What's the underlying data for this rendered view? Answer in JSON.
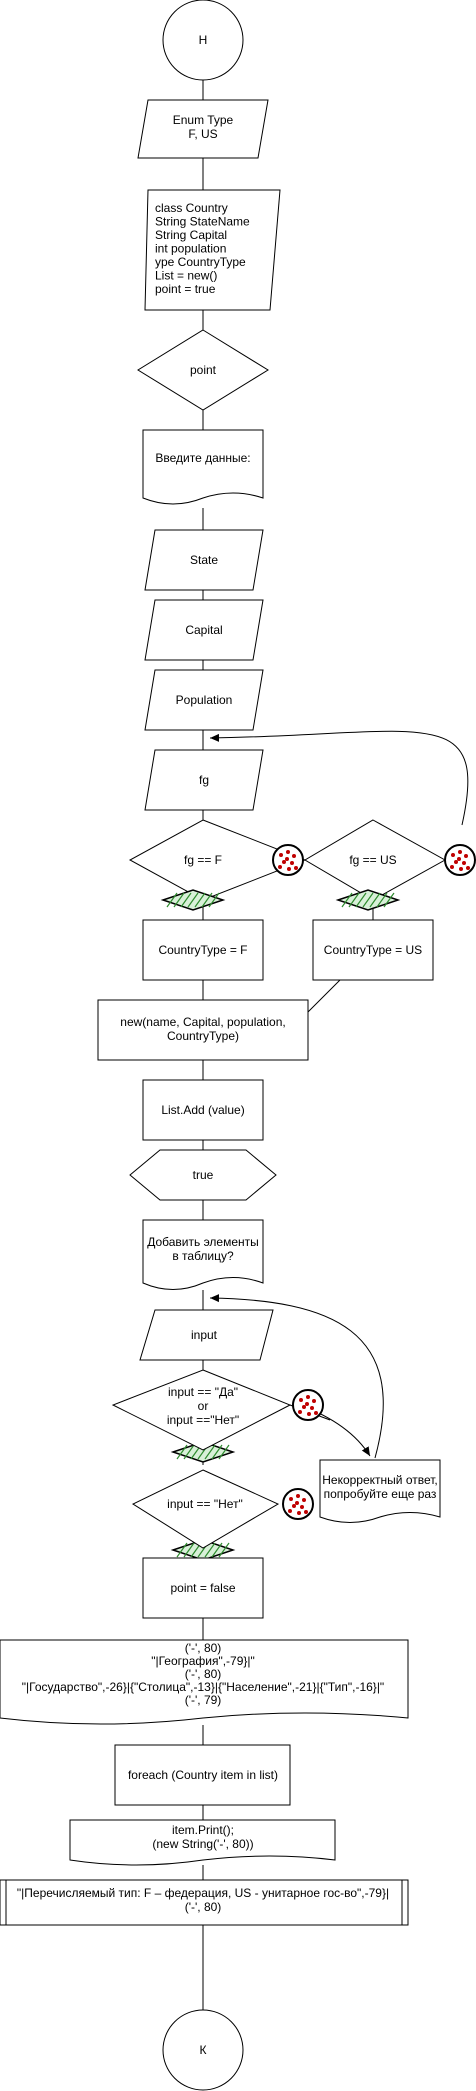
{
  "colors": {
    "stroke": "#000000",
    "fill": "#ffffff",
    "dot": "#c00000",
    "hatch": "#2e8b2e",
    "hatch_bg": "#d8f0d8"
  },
  "nodes": {
    "start": [
      "Н"
    ],
    "enum": [
      "Enum  Type",
      "F, US"
    ],
    "class": [
      "class Country",
      "String StateName",
      "String Capital",
      "int population",
      "ype CountryType",
      "List = new()",
      "point = true"
    ],
    "point": [
      "point"
    ],
    "enter": [
      "Введите данные:"
    ],
    "state": [
      "State"
    ],
    "capital": [
      "Capital"
    ],
    "population": [
      "Population"
    ],
    "fg": [
      "fg"
    ],
    "fgF": [
      "fg == F"
    ],
    "fgUS": [
      "fg == US"
    ],
    "ctF": [
      "CountryType = F"
    ],
    "ctUS": [
      "CountryType = US"
    ],
    "newc": [
      "new(name, Capital, population,",
      "CountryType)"
    ],
    "listadd": [
      "List.Add (value)"
    ],
    "true": [
      "true"
    ],
    "addq": [
      "Добавить элементы",
      "в таблицу?"
    ],
    "input": [
      "input"
    ],
    "inputCond": [
      "input == \"Да\"",
      "or",
      "input ==\"Нет\""
    ],
    "wrong": [
      "Некорректный ответ,",
      "попробуйте еще раз"
    ],
    "inputNo": [
      "input == \"Нет\""
    ],
    "pfalse": [
      "point = false"
    ],
    "print1": [
      "('-', 80)",
      "\"|География\",-79}|\"",
      "('-', 80)",
      "\"|Государство\",-26}|{\"Столица\",-13}|{\"Население\",-21}|{\"Тип\",-16}|\"",
      "('-', 79)"
    ],
    "foreach": [
      "foreach (Country item in list)"
    ],
    "itemprint": [
      "item.Print();",
      "(new String('-', 80))"
    ],
    "print2": [
      "\"|Перечисляемый тип: F – федерация, US - унитарное гос-во\",-79}|",
      "('-', 80)"
    ],
    "end": [
      "К"
    ]
  }
}
